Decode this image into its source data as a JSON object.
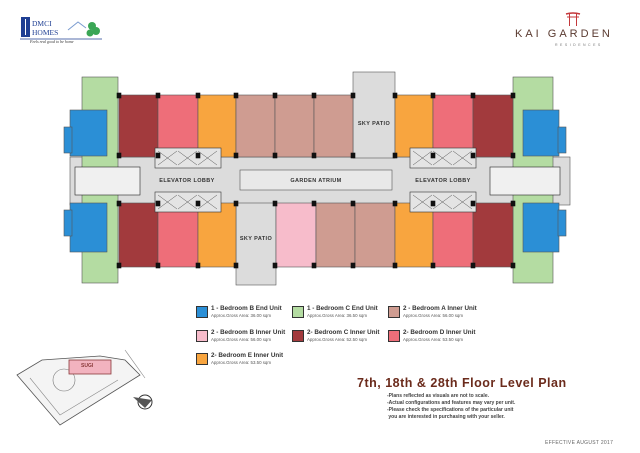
{
  "header": {
    "developer_logo": {
      "name": "DMCI HOMES",
      "tagline": "Feels real good to be home"
    },
    "project_logo": {
      "name": "KAI GARDEN",
      "sub": "RESIDENCES"
    }
  },
  "plan": {
    "labels": {
      "sky_patio_top": "SKY PATIO",
      "sky_patio_bottom": "SKY PATIO",
      "elevator_lobby_left": "ELEVATOR LOBBY",
      "elevator_lobby_right": "ELEVATOR LOBBY",
      "garden_atrium": "GARDEN ATRIUM"
    }
  },
  "colors": {
    "b_end": "#2b8fd6",
    "c_end": "#b4dca2",
    "a_inner": "#cf9c91",
    "b_inner": "#f7bccb",
    "c_inner": "#a23a3d",
    "d_inner": "#ee6e79",
    "e_inner": "#f8a53f",
    "common": "#dcdcdc",
    "title": "#6b2b1c"
  },
  "legend": [
    {
      "key": "b_end",
      "title": "1 - Bedroom B End Unit",
      "area": "Approx.Gross Area: 36.00 sqm"
    },
    {
      "key": "c_end",
      "title": "1 - Bedroom C End Unit",
      "area": "Approx.Gross Area: 36.50 sqm"
    },
    {
      "key": "a_inner",
      "title": "2 - Bedroom A Inner Unit",
      "area": "Approx.Gross Area: 56.00 sqm"
    },
    {
      "key": "b_inner",
      "title": "2 - Bedroom B Inner Unit",
      "area": "Approx.Gross Area: 56.00 sqm"
    },
    {
      "key": "c_inner",
      "title": "2- Bedroom C Inner Unit",
      "area": "Approx.Gross Area: 52.50 sqm"
    },
    {
      "key": "d_inner",
      "title": "2- Bedroom D Inner Unit",
      "area": "Approx.Gross Area: 53.50 sqm"
    },
    {
      "key": "e_inner",
      "title": "2- Bedroom E Inner Unit",
      "area": "Approx.Gross Area: 53.50 sqm"
    }
  ],
  "site_map": {
    "building_label": "SUGI"
  },
  "footer": {
    "title": "7th, 18th & 28th Floor Level Plan",
    "notes": [
      "-Plans reflected as visuals are not to scale.",
      "-Actual configurations and features may vary per unit.",
      "-Please check the specifications of the particular unit",
      " you are interested in purchasing with your seller."
    ],
    "effective": "EFFECTIVE AUGUST 2017"
  }
}
